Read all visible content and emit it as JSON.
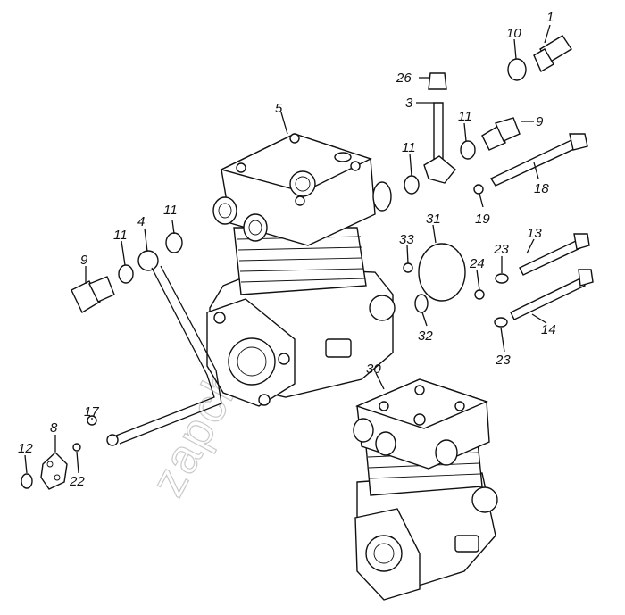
{
  "watermark": "zapchasti.ru",
  "callouts": {
    "p1": "1",
    "p10": "10",
    "p26": "26",
    "p3": "3",
    "p5": "5",
    "p11a": "11",
    "p9a": "9",
    "p11b": "11",
    "p18": "18",
    "p19": "19",
    "p31": "31",
    "p33": "33",
    "p4": "4",
    "p11c": "11",
    "p11d": "11",
    "p9b": "9",
    "p23a": "23",
    "p13": "13",
    "p24": "24",
    "p32": "32",
    "p14": "14",
    "p23b": "23",
    "p30": "30",
    "p17": "17",
    "p8": "8",
    "p12": "12",
    "p22": "22"
  }
}
